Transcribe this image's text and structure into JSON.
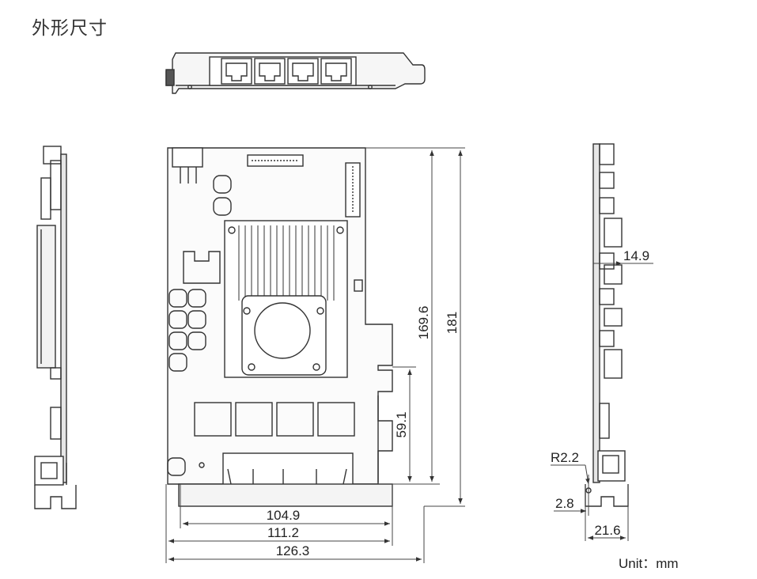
{
  "title": "外形尺寸",
  "unit_label": "Unit：mm",
  "dimensions": {
    "width_1049": "104.9",
    "width_1112": "111.2",
    "width_1263": "126.3",
    "height_1696": "169.6",
    "height_181": "181",
    "height_591": "59.1",
    "thickness_149": "14.9",
    "radius_22": "R2.2",
    "offset_28": "2.8",
    "depth_216": "21.6"
  }
}
